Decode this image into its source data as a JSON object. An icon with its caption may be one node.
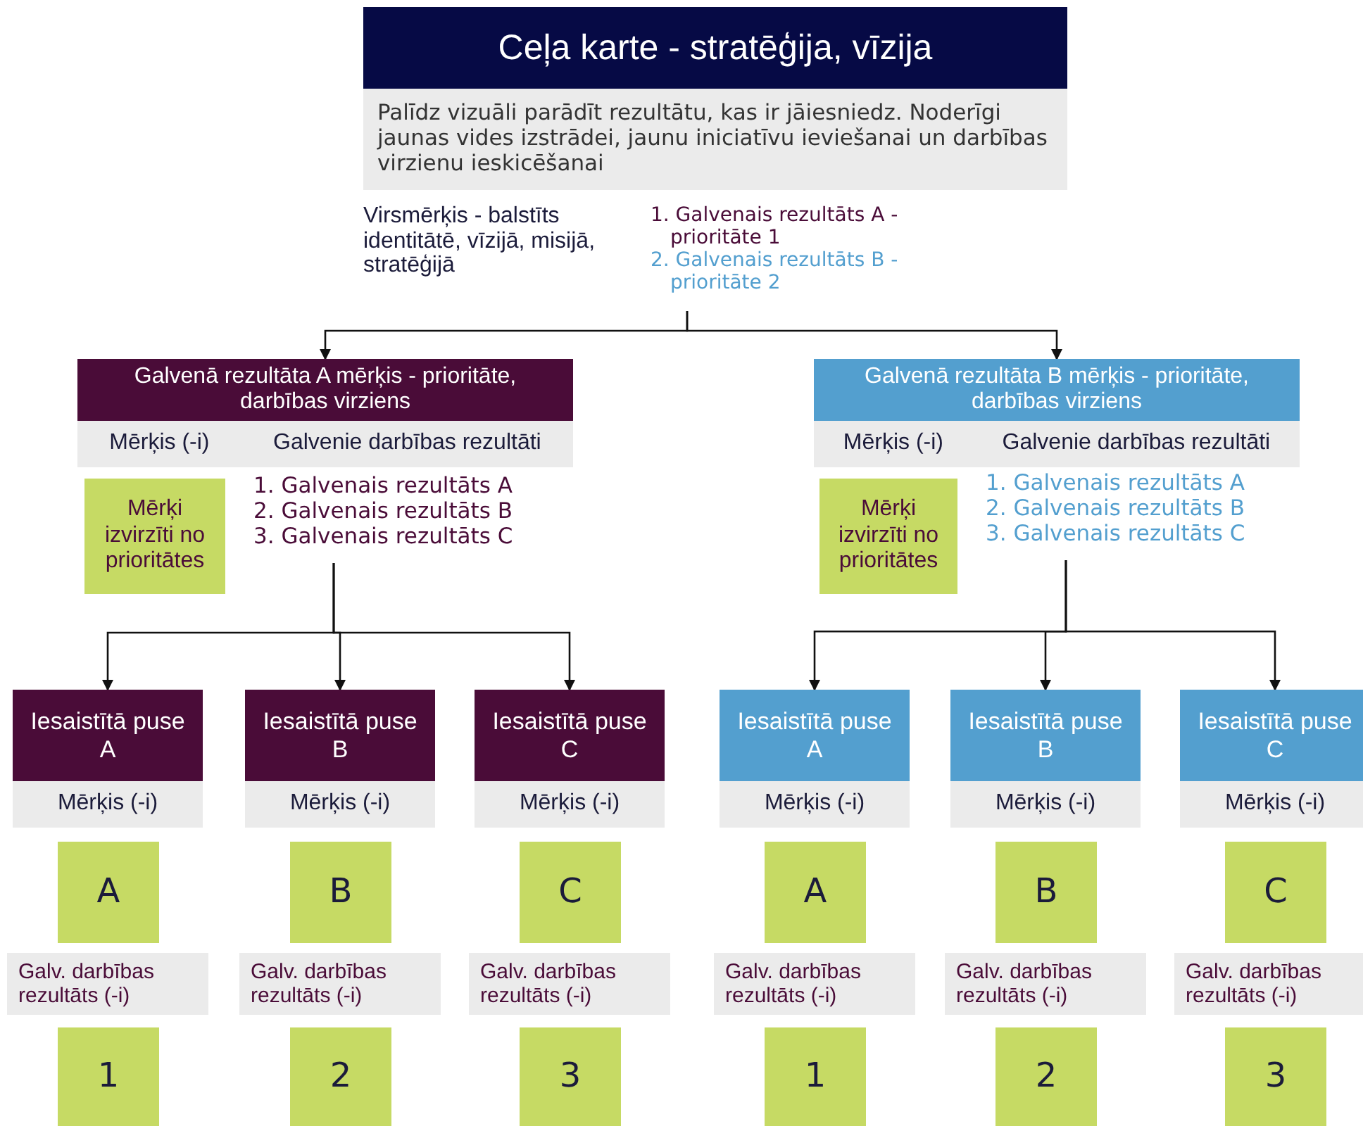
{
  "diagram": {
    "nodes": [
      {
        "text": [
          "Ceļa karte - stratēģija, vīzija"
        ]
      },
      {
        "text": [
          "Palīdz vizuāli parādīt rezultātu, kas ir jāiesniedz. Noderīgi jaunas vides izstrādei, jaunu iniciatīvu ieviešanai un darbības virzienu ieskicēšanai"
        ]
      },
      {
        "text": [
          "1. Galvenais rezultāts A - prioritāte 1",
          "2. Galvenais rezultāts B - prioritāte 2"
        ]
      },
      {
        "text": [
          "Galvenā rezultāta A mērķis - prioritāte, darbības virziens"
        ]
      },
      {
        "text": [
          "Mērķis (-i)",
          "Galvenie darbības rezultāti"
        ]
      },
      {
        "text": [
          "Mērķi izvirzīti no prioritātes"
        ]
      },
      {
        "text": [
          "1. Galvenais rezultāts A",
          "2. Galvenais rezultāts B",
          "3. Galvenais rezultāts C"
        ]
      },
      {
        "text": [
          "Galvenā rezultāta B mērķis - prioritāte, darbības virziens"
        ]
      },
      {
        "text": [
          "Mērķis (-i)",
          "Galvenie darbības rezultāti"
        ]
      },
      {
        "text": [
          "Mērķi izvirzīti no prioritātes"
        ]
      },
      {
        "text": [
          "1. Galvenais rezultāts A",
          "2. Galvenais rezultāts B",
          "3. Galvenais rezultāts C"
        ]
      },
      {
        "text": [
          "Iesaistītā puse A"
        ]
      },
      {
        "text": [
          "Mērķis (-i)"
        ]
      },
      {
        "text": [
          "A"
        ]
      },
      {
        "text": [
          "Galv. darbības rezultāts (-i)"
        ]
      },
      {
        "text": [
          "1"
        ]
      },
      {
        "text": [
          "Iesaistītā puse B"
        ]
      },
      {
        "text": [
          "Mērķis (-i)"
        ]
      },
      {
        "text": [
          "B"
        ]
      },
      {
        "text": [
          "Galv. darbības rezultāts (-i)"
        ]
      },
      {
        "text": [
          "2"
        ]
      },
      {
        "text": [
          "Iesaistītā puse C"
        ]
      },
      {
        "text": [
          "Mērķis (-i)"
        ]
      },
      {
        "text": [
          "C"
        ]
      },
      {
        "text": [
          "Galv. darbības rezultāts (-i)"
        ]
      },
      {
        "text": [
          "3"
        ]
      },
      {
        "text": [
          "Iesaistītā puse A"
        ]
      },
      {
        "text": [
          "Mērķis (-i)"
        ]
      },
      {
        "text": [
          "A"
        ]
      },
      {
        "text": [
          "Galv. darbības rezultāts (-i)"
        ]
      },
      {
        "text": [
          "1"
        ]
      },
      {
        "text": [
          "Iesaistītā puse B"
        ]
      },
      {
        "text": [
          "Mērķis (-i)"
        ]
      },
      {
        "text": [
          "B"
        ]
      },
      {
        "text": [
          "Galv. darbības rezultāts (-i)"
        ]
      },
      {
        "text": [
          "2"
        ]
      },
      {
        "text": [
          "Iesaistītā puse C"
        ]
      },
      {
        "text": [
          "Mērķis (-i)"
        ]
      },
      {
        "text": [
          "C"
        ]
      },
      {
        "text": [
          "Galv. darbības rezultāts (-i)"
        ]
      },
      {
        "text": [
          "3"
        ]
      }
    ],
    "edges": [
      {
        "from": 2,
        "to": 3,
        "arrow": "to"
      },
      {
        "from": 2,
        "to": 7,
        "arrow": "to"
      },
      {
        "from": 6,
        "to": 11,
        "arrow": "to"
      },
      {
        "from": 6,
        "to": 16,
        "arrow": "to"
      },
      {
        "from": 6,
        "to": 21,
        "arrow": "to"
      },
      {
        "from": 10,
        "to": 26,
        "arrow": "to"
      },
      {
        "from": 10,
        "to": 31,
        "arrow": "to"
      },
      {
        "from": 10,
        "to": 36,
        "arrow": "to"
      }
    ],
    "labels": [
      "Virsmērķis - balstīts identitātē, vīzijā, misijā, stratēģijā"
    ]
  }
}
